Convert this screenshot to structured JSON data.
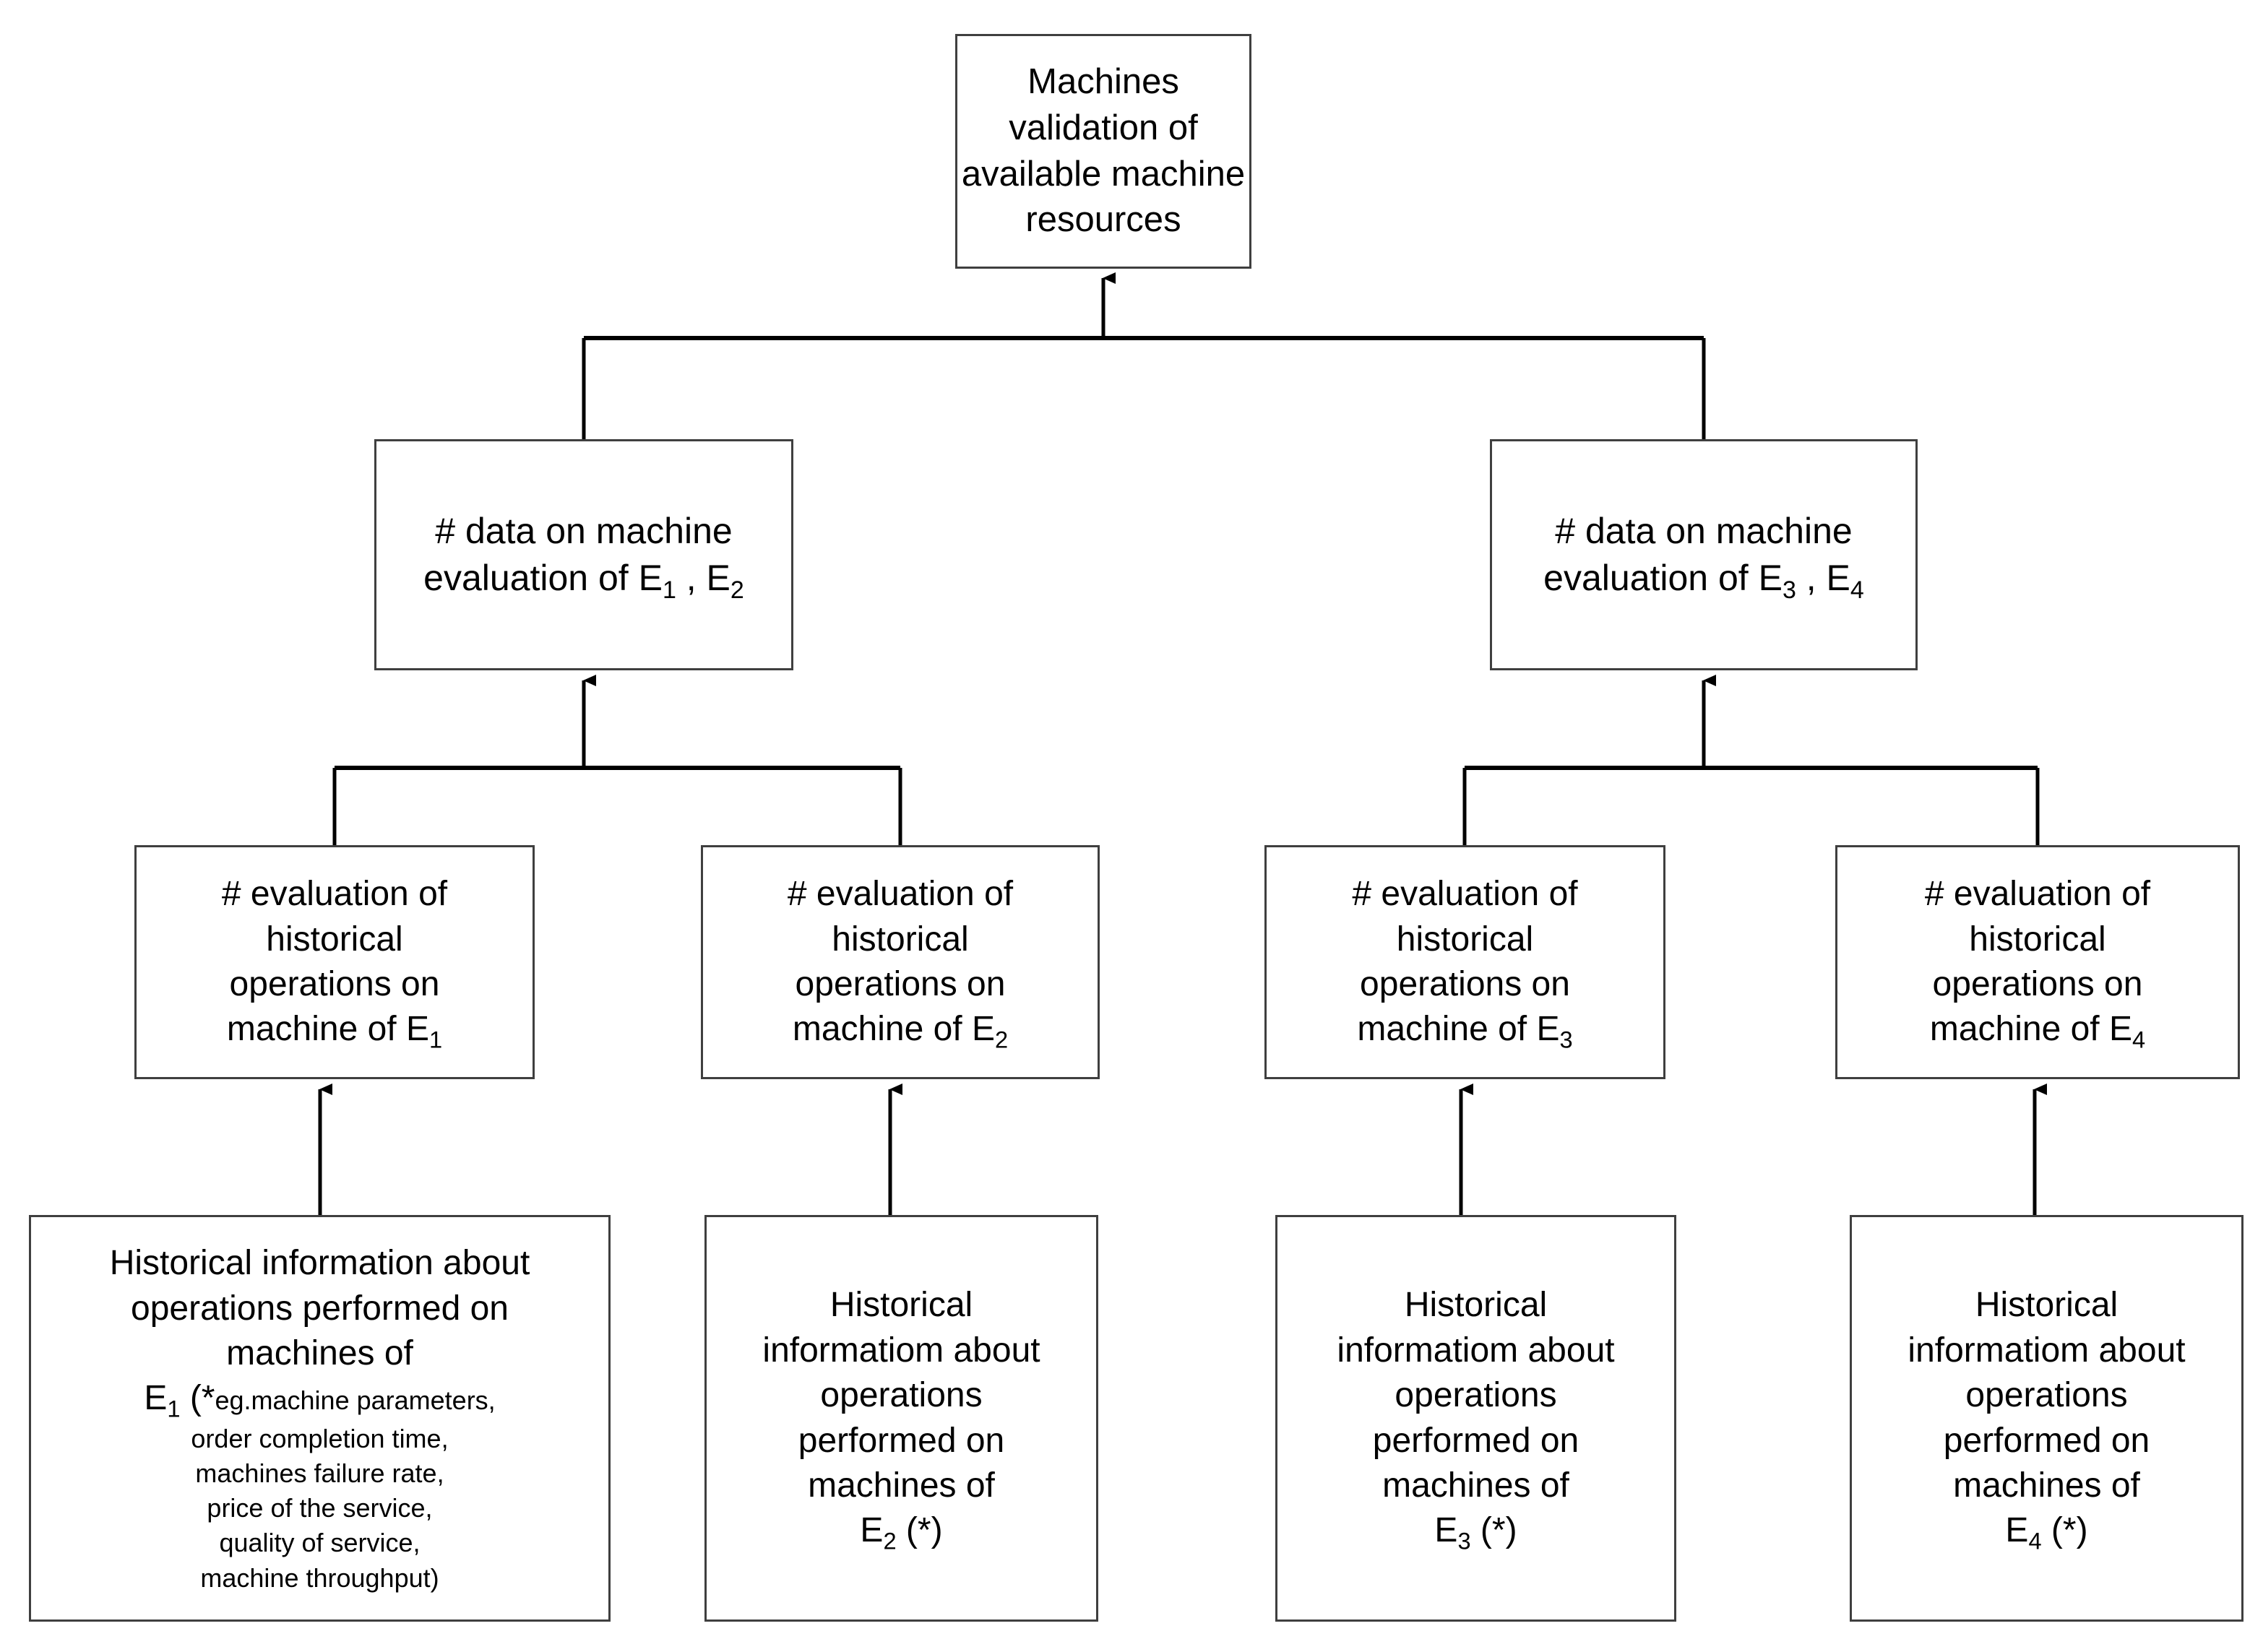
{
  "diagram": {
    "title_node": {
      "id": "machines-validation",
      "lines": [
        "Machines",
        "validation of",
        "available machine",
        "resources"
      ]
    },
    "level2": [
      {
        "id": "data-machine-eval-e1-e2",
        "line1": "# data on machine",
        "line2_prefix": "evaluation of E",
        "sub_a": "1",
        "line2_mid": " , E",
        "sub_b": "2"
      },
      {
        "id": "data-machine-eval-e3-e4",
        "line1": "# data on machine",
        "line2_prefix": "evaluation of E",
        "sub_a": "3",
        "line2_mid": " , E",
        "sub_b": "4"
      }
    ],
    "level3": [
      {
        "id": "eval-hist-ops-e1",
        "line1": "# evaluation of",
        "line2": "historical",
        "line3": "operations on",
        "line4_prefix": "machine of E",
        "sub": "1"
      },
      {
        "id": "eval-hist-ops-e2",
        "line1": "# evaluation of",
        "line2": "historical",
        "line3": "operations on",
        "line4_prefix": "machine of E",
        "sub": "2"
      },
      {
        "id": "eval-hist-ops-e3",
        "line1": "# evaluation of",
        "line2": "historical",
        "line3": "operations on",
        "line4_prefix": "machine of E",
        "sub": "3"
      },
      {
        "id": "eval-hist-ops-e4",
        "line1": "# evaluation of",
        "line2": "historical",
        "line3": "operations on",
        "line4_prefix": "machine of E",
        "sub": "4"
      }
    ],
    "sources": [
      {
        "id": "historical-info-e1",
        "line1": "Historical information about",
        "line2": "operations performed on",
        "line3": "machines of",
        "label_prefix": "E",
        "sub": "1",
        "label_suffix": " (*",
        "details": [
          "eg.machine parameters,",
          "order completion time,",
          "machines failure rate,",
          "price of the service,",
          "quality of service,",
          "machine throughput)"
        ]
      },
      {
        "id": "historical-info-e2",
        "line1": "Historical",
        "line2": "informatiom about",
        "line3": "operations",
        "line4": "performed on",
        "line5": "machines of",
        "label_prefix": "E",
        "sub": "2",
        "label_suffix": " (*)"
      },
      {
        "id": "historical-info-e3",
        "line1": "Historical",
        "line2": "informatiom about",
        "line3": "operations",
        "line4": "performed on",
        "line5": "machines of",
        "label_prefix": "E",
        "sub": "3",
        "label_suffix": " (*)"
      },
      {
        "id": "historical-info-e4",
        "line1": "Historical",
        "line2": "informatiom about",
        "line3": "operations",
        "line4": "performed on",
        "line5": "machines of",
        "label_prefix": "E",
        "sub": "4",
        "label_suffix": " (*)"
      }
    ],
    "colors": {
      "box_border": "#3f3f3f",
      "connector": "#000000",
      "background": "#ffffff",
      "text": "#000000"
    }
  }
}
